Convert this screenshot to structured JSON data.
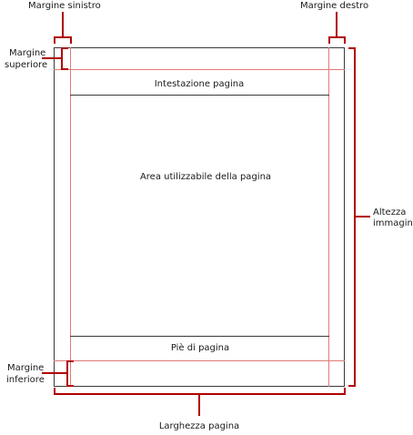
{
  "labels": {
    "left_margin": "Margine sinistro",
    "right_margin": "Margine destro",
    "top_margin_line1": "Margine",
    "top_margin_line2": "superiore",
    "bottom_margin_line1": "Margine",
    "bottom_margin_line2": "inferiore",
    "page_header": "Intestazione pagina",
    "usable_area": "Area utilizzabile della pagina",
    "page_footer": "Piè di pagina",
    "image_height_line1": "Altezza",
    "image_height_line2": "immagin",
    "page_width": "Larghezza pagina"
  },
  "colors": {
    "page_border": "#3a3a3a",
    "margin_guides": "#e07a7a",
    "brackets": "#b00000"
  }
}
